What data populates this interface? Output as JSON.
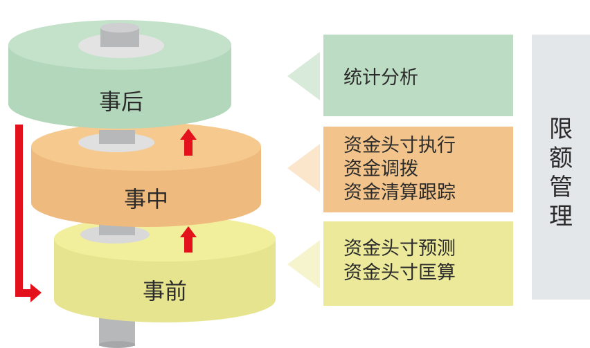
{
  "stages": [
    {
      "id": "after",
      "label": "事后",
      "color": "#bcdcc3",
      "box_lines": [
        "统计分析"
      ]
    },
    {
      "id": "during",
      "label": "事中",
      "color": "#f2c38a",
      "box_lines": [
        "资金头寸执行",
        "资金调拨",
        "资金清算跟踪"
      ]
    },
    {
      "id": "before",
      "label": "事前",
      "color": "#ecea9a",
      "box_lines": [
        "资金头寸预测",
        "资金头寸匡算"
      ]
    }
  ],
  "side_panel": {
    "title_chars": [
      "限",
      "额",
      "管",
      "理"
    ],
    "color": "#e4e7ea"
  },
  "colors": {
    "arrow_red": "#e3111b",
    "shaft_gray": "#b7b8ba",
    "side_arrow": "#d8ead9"
  }
}
